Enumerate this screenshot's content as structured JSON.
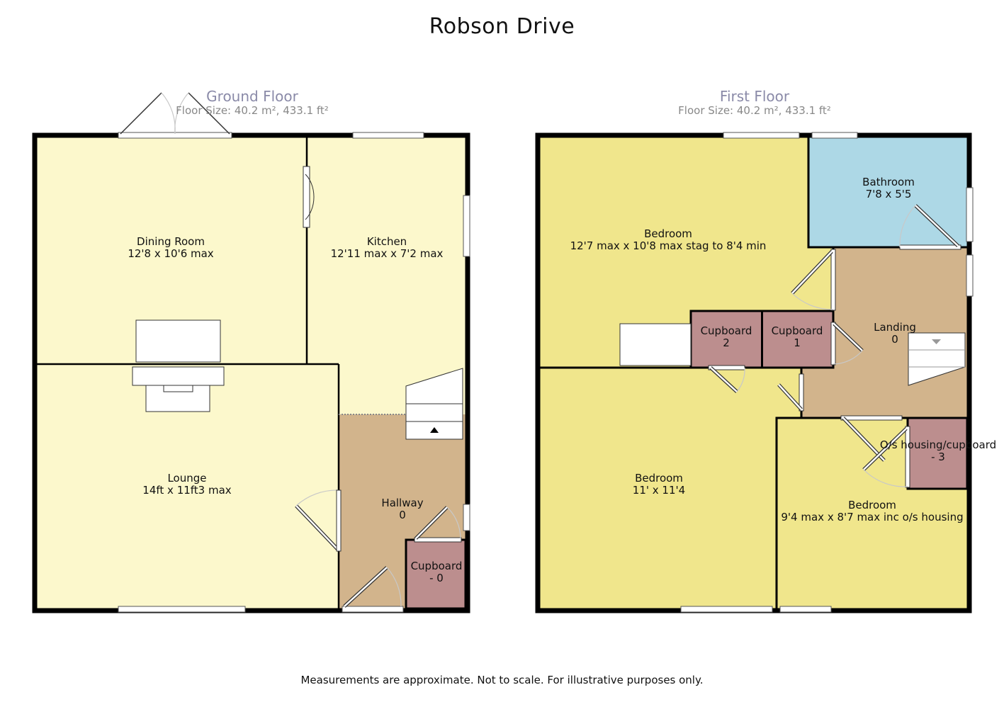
{
  "title": "Robson Drive",
  "footer": "Measurements are approximate. Not to scale. For illustrative purposes only.",
  "colors": {
    "ground_room": "#fcf8cc",
    "hallway_landing": "#d2b48c",
    "cupboard": "#bc8e8e",
    "first_bedroom": "#f0e68c",
    "bathroom": "#add8e6",
    "wall": "#000000"
  },
  "floors": {
    "ground": {
      "name": "Ground Floor",
      "size": "Floor Size: 40.2 m², 433.1 ft²",
      "rooms": {
        "dining": {
          "name": "Dining Room",
          "dims": "12'8 x 10'6 max"
        },
        "kitchen": {
          "name": "Kitchen",
          "dims": "12'11 max x 7'2 max"
        },
        "lounge": {
          "name": "Lounge",
          "dims": "14ft x 11ft3 max"
        },
        "hallway": {
          "name": "Hallway",
          "dims": "0"
        },
        "cupboard": {
          "name": "Cupboard",
          "dims": "- 0"
        }
      }
    },
    "first": {
      "name": "First Floor",
      "size": "Floor Size: 40.2 m², 433.1 ft²",
      "rooms": {
        "bedroom1": {
          "name": "Bedroom",
          "dims": "12'7 max x 10'8 max stag to 8'4 min"
        },
        "bathroom": {
          "name": "Bathroom",
          "dims": "7'8 x 5'5"
        },
        "cupboard2": {
          "name": "Cupboard",
          "dims": "2"
        },
        "cupboard1": {
          "name": "Cupboard",
          "dims": "1"
        },
        "landing": {
          "name": "Landing",
          "dims": "0"
        },
        "bedroom2": {
          "name": "Bedroom",
          "dims": "11' x 11'4"
        },
        "bedroom3": {
          "name": "Bedroom",
          "dims": "9'4 max x 8'7 max inc o/s housing"
        },
        "oshousing": {
          "name": "O/s housing/cupboard",
          "dims": "- 3"
        }
      }
    }
  }
}
